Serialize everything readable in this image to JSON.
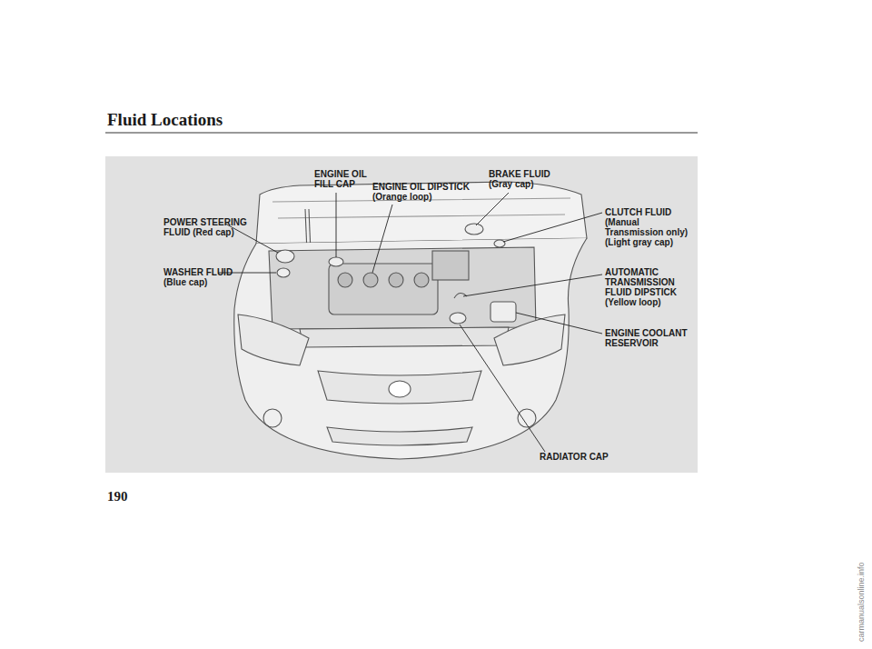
{
  "diagram": {
    "title": "Fluid Locations",
    "labels": [
      "ENGINE OIL FILL CAP",
      "ENGINE OIL DIPSTICK (Orange loop)",
      "BRAKE FLUID (Gray cap)",
      "POWER STEERING FLUID (Red cap)",
      "CLUTCH FLUID (Manual Transmission only) (Light gray cap)",
      "WASHER FLUID (Blue cap)",
      "AUTOMATIC TRANSMISSION FLUID DIPSTICK (Yellow loop)",
      "ENGINE COOLANT RESERVOIR",
      "RADIATOR CAP",
      "190",
      "carmanualsonline.info"
    ]
  }
}
